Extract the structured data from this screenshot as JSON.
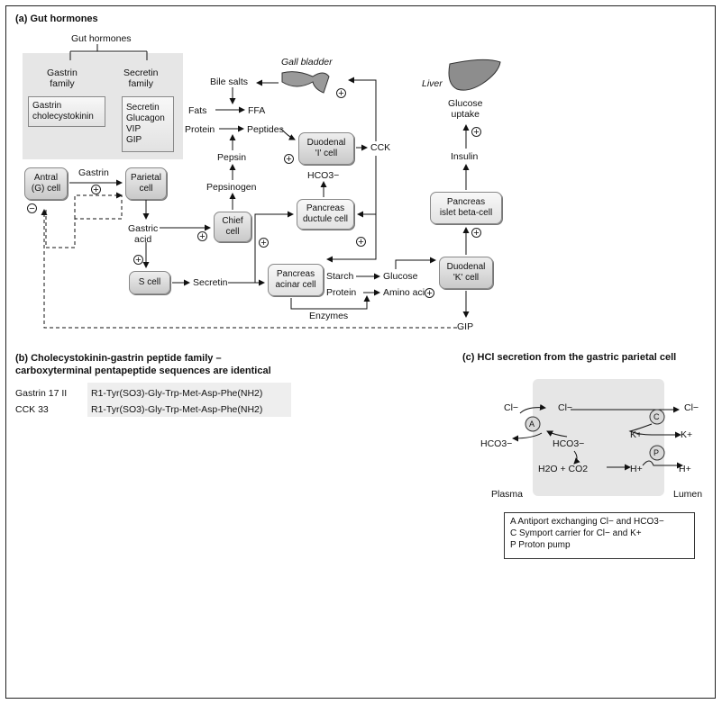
{
  "panel_a": {
    "title": "(a)  Gut hormones",
    "family_box": {
      "header": "Gut hormones",
      "gastrin_family": "Gastrin\nfamily",
      "secretin_family": "Secretin\nfamily",
      "gastrin_members": "Gastrin\ncholecystokinin",
      "secretin_members": "Secretin\nGlucagon\nVIP\nGIP"
    },
    "nodes": {
      "gall_bladder": "Gall bladder",
      "liver": "Liver",
      "bile_salts": "Bile salts",
      "fats": "Fats",
      "ffa": "FFA",
      "protein": "Protein",
      "peptides": "Peptides",
      "duodenal_i": "Duodenal\n'I' cell",
      "cck": "CCK",
      "hco3": "HCO3−",
      "glucose_uptake": "Glucose\nuptake",
      "insulin": "Insulin",
      "antral_g": "Antral\n(G) cell",
      "gastrin": "Gastrin",
      "parietal": "Parietal\ncell",
      "pepsin": "Pepsin",
      "pepsinogen": "Pepsinogen",
      "chief": "Chief\ncell",
      "pancreas_ductule": "Pancreas\nductule cell",
      "pancreas_islet": "Pancreas\nislet beta-cell",
      "gastric_acid": "Gastric\nacid",
      "s_cell": "S cell",
      "secretin": "Secretin",
      "pancreas_acinar": "Pancreas\nacinar cell",
      "starch": "Starch",
      "glucose": "Glucose",
      "protein2": "Protein",
      "amino_acids": "Amino acids",
      "duodenal_k": "Duodenal\n'K' cell",
      "enzymes": "Enzymes",
      "gip": "GIP"
    }
  },
  "panel_b": {
    "title": "(b)  Cholecystokinin-gastrin peptide family –\ncarboxyterminal pentapeptide sequences are identical",
    "rows": [
      {
        "name": "Gastrin 17 II",
        "seq": "R1-Tyr(SO3)-Gly-Trp-Met-Asp-Phe(NH2)"
      },
      {
        "name": "CCK 33",
        "seq": "R1-Tyr(SO3)-Gly-Trp-Met-Asp-Phe(NH2)"
      }
    ]
  },
  "panel_c": {
    "title": "(c)  HCl secretion from the gastric parietal cell",
    "labels": {
      "cl_left": "Cl−",
      "cl_mid": "Cl−",
      "cl_right": "Cl−",
      "a": "A",
      "c": "C",
      "p": "P",
      "hco3_left": "HCO3−",
      "hco3_mid": "HCO3−",
      "k_left": "K+",
      "k_right": "K+",
      "h2o_co2": "H2O + CO2",
      "h_mid": "H+",
      "h_right": "H+",
      "plasma": "Plasma",
      "lumen": "Lumen"
    },
    "legend": [
      "A   Antiport exchanging Cl− and HCO3−",
      "C   Symport carrier for Cl− and K+",
      "P   Proton pump"
    ]
  },
  "symbols": {
    "plus": "+",
    "minus": "−"
  }
}
